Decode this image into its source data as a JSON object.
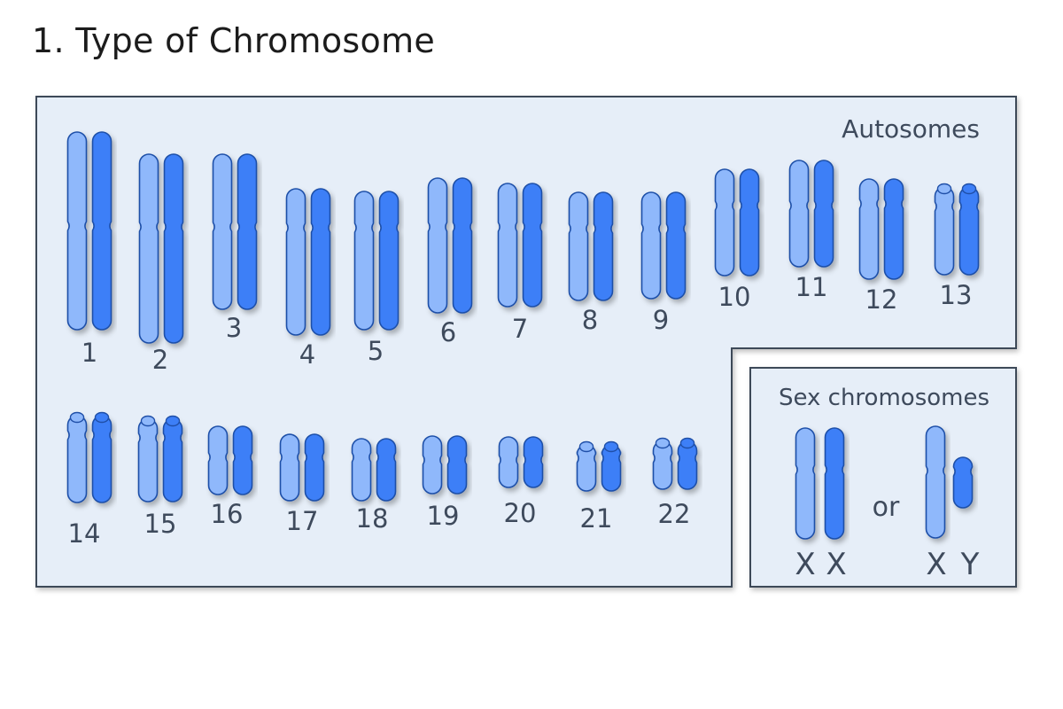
{
  "title": "1. Type of Chromosome",
  "colors": {
    "panel_fill": "#e6eef8",
    "panel_stroke": "#3d4a58",
    "chromatid_light": "#8fb8fb",
    "chromatid_dark": "#3d7ff7",
    "chromatid_stroke": "#1f4fa8",
    "label_text": "#3e4a5c"
  },
  "autosomes": {
    "heading": "Autosomes",
    "pairs": [
      {
        "label": "1"
      },
      {
        "label": "2"
      },
      {
        "label": "3"
      },
      {
        "label": "4"
      },
      {
        "label": "5"
      },
      {
        "label": "6"
      },
      {
        "label": "7"
      },
      {
        "label": "8"
      },
      {
        "label": "9"
      },
      {
        "label": "10"
      },
      {
        "label": "11"
      },
      {
        "label": "12"
      },
      {
        "label": "13"
      },
      {
        "label": "14"
      },
      {
        "label": "15"
      },
      {
        "label": "16"
      },
      {
        "label": "17"
      },
      {
        "label": "18"
      },
      {
        "label": "19"
      },
      {
        "label": "20"
      },
      {
        "label": "21"
      },
      {
        "label": "22"
      }
    ]
  },
  "sex_chromosomes": {
    "heading": "Sex chromosomes",
    "separator": "or",
    "female": {
      "label_1": "X",
      "label_2": "X"
    },
    "male": {
      "label_1": "X",
      "label_2": "Y"
    }
  }
}
